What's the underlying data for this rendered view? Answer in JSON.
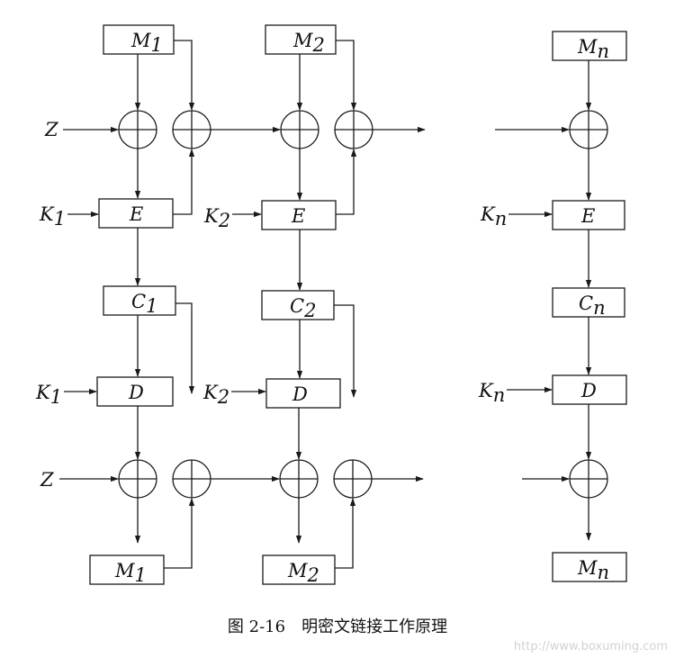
{
  "caption": "图 2-16　明密文链接工作原理",
  "watermark": "http://www.boxuming.com",
  "labels": {
    "M": "M",
    "E": "E",
    "D": "D",
    "C": "C",
    "K": "K",
    "Z": "Z",
    "idx1": "1",
    "idx2": "2",
    "idxn": "n"
  }
}
